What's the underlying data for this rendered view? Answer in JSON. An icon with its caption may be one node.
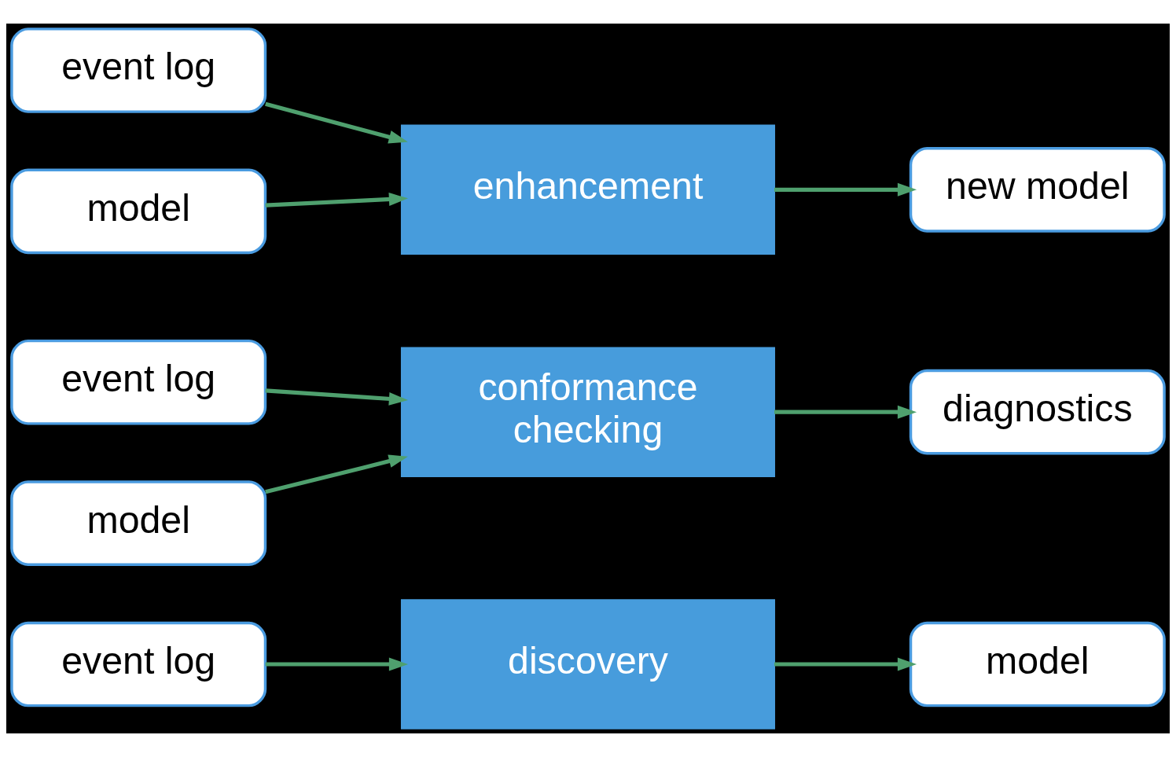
{
  "diagram": {
    "nodes": [
      {
        "text": [
          "event log"
        ]
      },
      {
        "text": [
          "discovery"
        ]
      },
      {
        "text": [
          "model"
        ]
      },
      {
        "text": [
          "event log"
        ]
      },
      {
        "text": [
          "model"
        ]
      },
      {
        "text": [
          "conformance checking"
        ]
      },
      {
        "text": [
          "diagnostics"
        ]
      },
      {
        "text": [
          "event log"
        ]
      },
      {
        "text": [
          "model"
        ]
      },
      {
        "text": [
          "enhancement"
        ]
      },
      {
        "text": [
          "new model"
        ]
      }
    ],
    "edges": [
      {
        "from": 0,
        "to": 1,
        "arrow": "to"
      },
      {
        "from": 1,
        "to": 2,
        "arrow": "to"
      },
      {
        "from": 3,
        "to": 5,
        "arrow": "to"
      },
      {
        "from": 4,
        "to": 5,
        "arrow": "to"
      },
      {
        "from": 5,
        "to": 6,
        "arrow": "to"
      },
      {
        "from": 7,
        "to": 9,
        "arrow": "to"
      },
      {
        "from": 8,
        "to": 9,
        "arrow": "to"
      },
      {
        "from": 9,
        "to": 10,
        "arrow": "to"
      }
    ]
  }
}
